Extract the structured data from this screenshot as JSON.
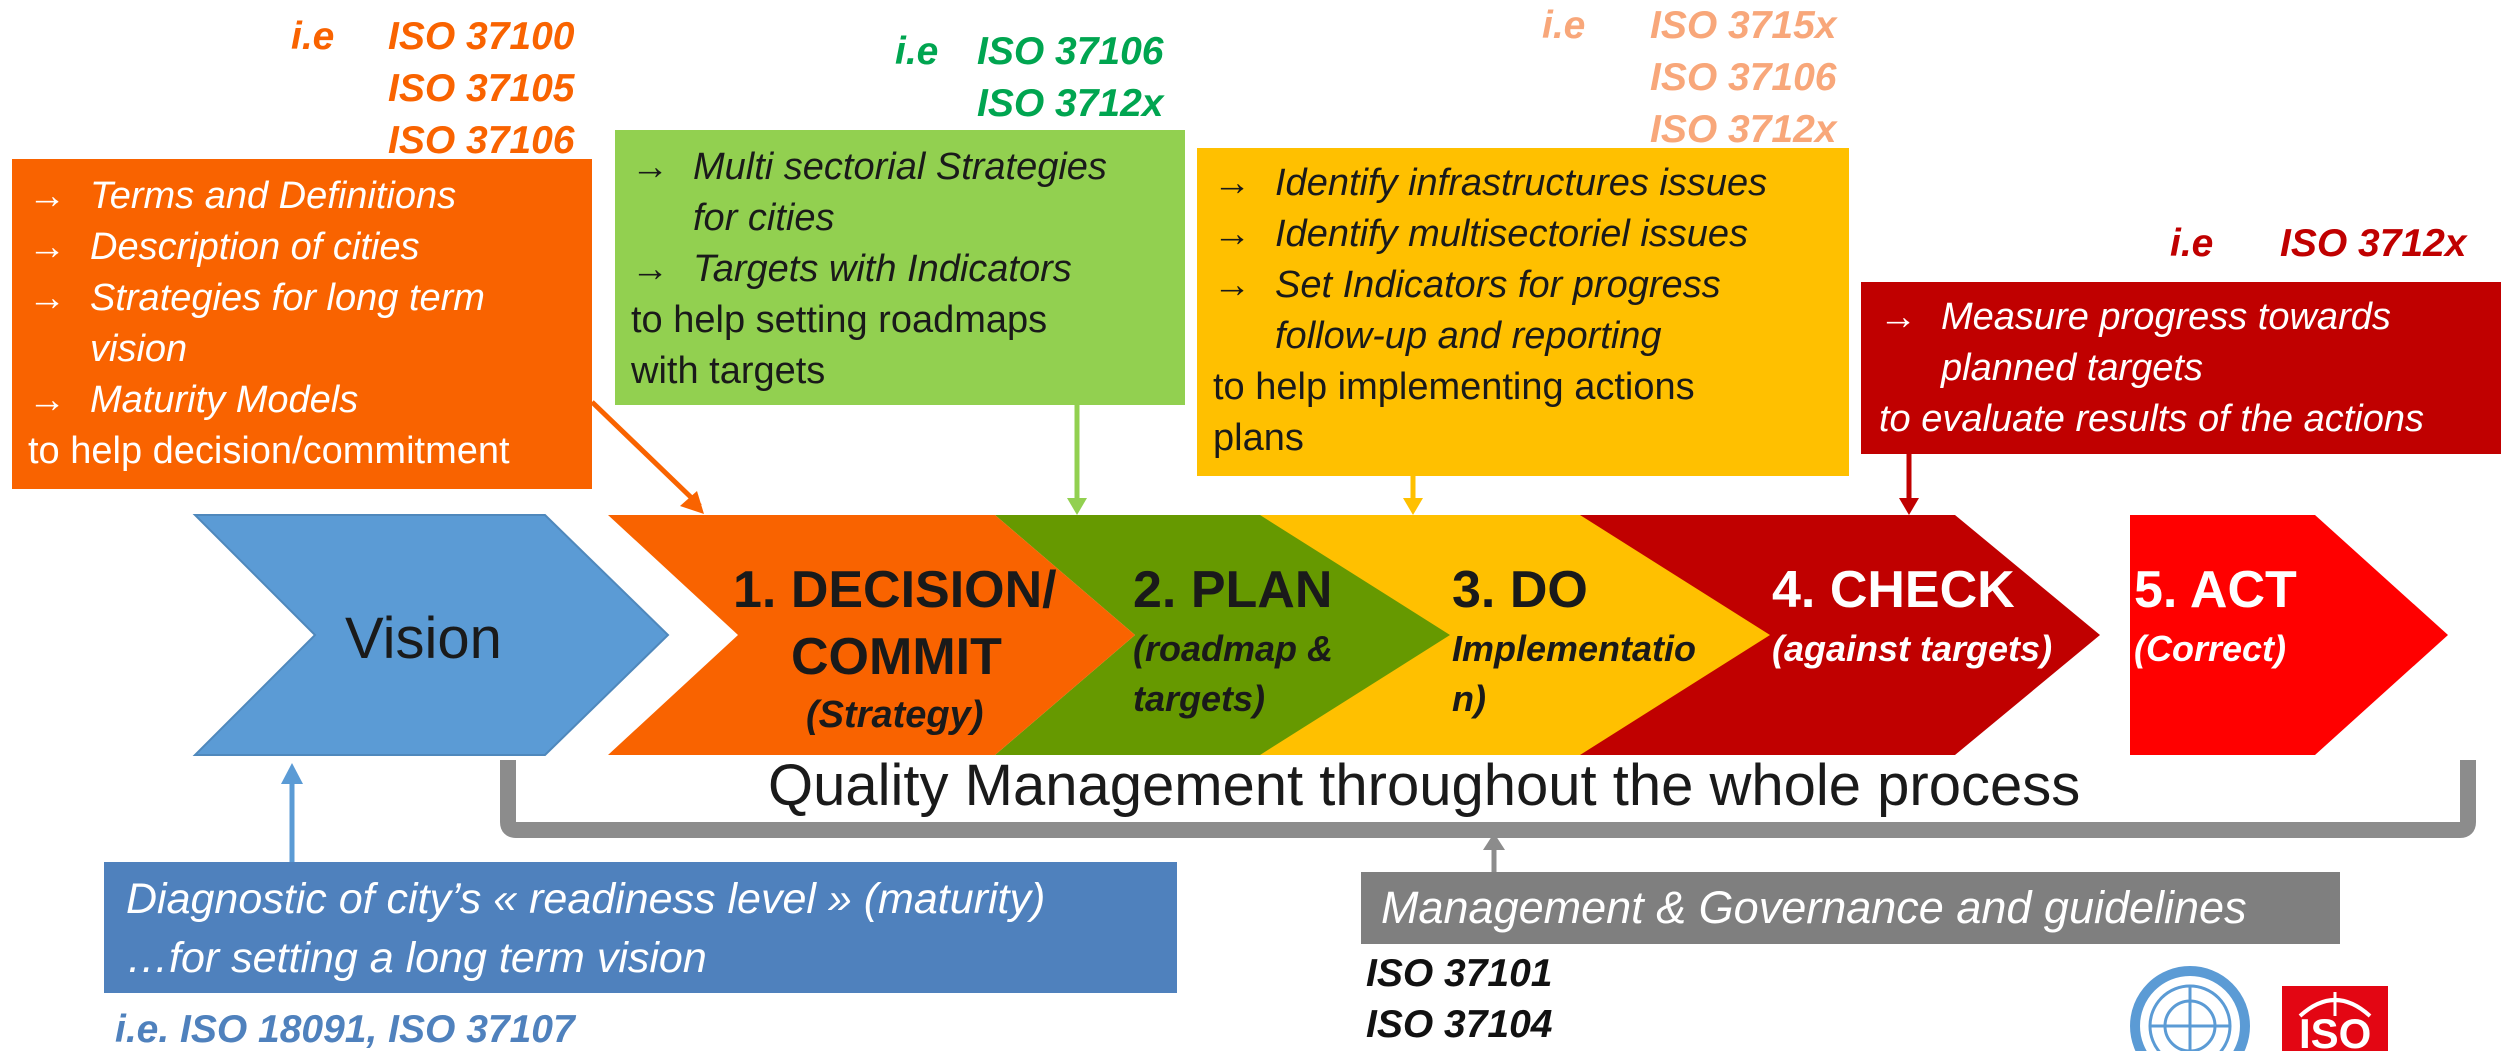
{
  "colors": {
    "orange": "#F96300",
    "light_green": "#92D050",
    "dark_green": "#669900",
    "yellow": "#FFC000",
    "dark_red": "#C00000",
    "red": "#FF0000",
    "blue": "#5B9BD5",
    "gray": "#7F7F7F",
    "salmon": "#F8A77A"
  },
  "iso_refs": {
    "decision": {
      "prefix": "i.e",
      "items": [
        "ISO 37100",
        "ISO 37105",
        "ISO 37106"
      ]
    },
    "plan": {
      "prefix": "i.e",
      "items": [
        "ISO 37106",
        "ISO 3712x"
      ]
    },
    "do": {
      "prefix": "i.e",
      "items": [
        "ISO 3715x",
        "ISO 37106",
        "ISO 3712x"
      ]
    },
    "check": {
      "prefix": "i.e",
      "items": [
        "ISO 3712x"
      ]
    },
    "vision": "i.e. ISO 18091, ISO 37107",
    "management": [
      "ISO 37101",
      "ISO 37104"
    ]
  },
  "boxes": {
    "decision": {
      "bullets": [
        "Terms and Definitions",
        "Description of cities",
        "Strategies for long term",
        "Maturity Models"
      ],
      "continuation": "vision",
      "footer": "to help decision/commitment"
    },
    "plan": {
      "bullet1": "Multi sectorial Strategies",
      "bullet1_cont": "for cities",
      "bullet2": "Targets with Indicators",
      "footer1": "to help setting roadmaps",
      "footer2": "with targets"
    },
    "do": {
      "bullet1": "Identify infrastructures issues",
      "bullet2": "Identify multisectoriel issues",
      "bullet3": "Set Indicators for progress",
      "bullet3_cont": "follow-up and reporting",
      "footer1": "to help implementing  actions",
      "footer2": "plans"
    },
    "check": {
      "bullet1": "Measure progress towards",
      "bullet1_cont": "planned targets",
      "footer": "to evaluate results of the actions"
    },
    "arrow_glyph": "→"
  },
  "stages": {
    "vision": "Vision",
    "decision_title1": "1. DECISION/",
    "decision_title2": "COMMIT",
    "decision_sub": "(Strategy)",
    "plan_title": "2. PLAN",
    "plan_sub1": "(roadmap  &",
    "plan_sub2": "targets)",
    "do_title": "3. DO",
    "do_sub1": "Implementatio",
    "do_sub2": "n)",
    "check_title": "4. CHECK",
    "check_sub": "(against  targets)",
    "act_title": "5. ACT",
    "act_sub": "(Correct)"
  },
  "quality_text": "Quality Management throughout the whole process",
  "diagnostic": {
    "line1": "Diagnostic of city’s « readiness level » (maturity)",
    "line2": "…for setting a long term vision"
  },
  "management_text": "Management & Governance and guidelines",
  "logos": {
    "un": "un-emblem",
    "iso": "ISO"
  }
}
